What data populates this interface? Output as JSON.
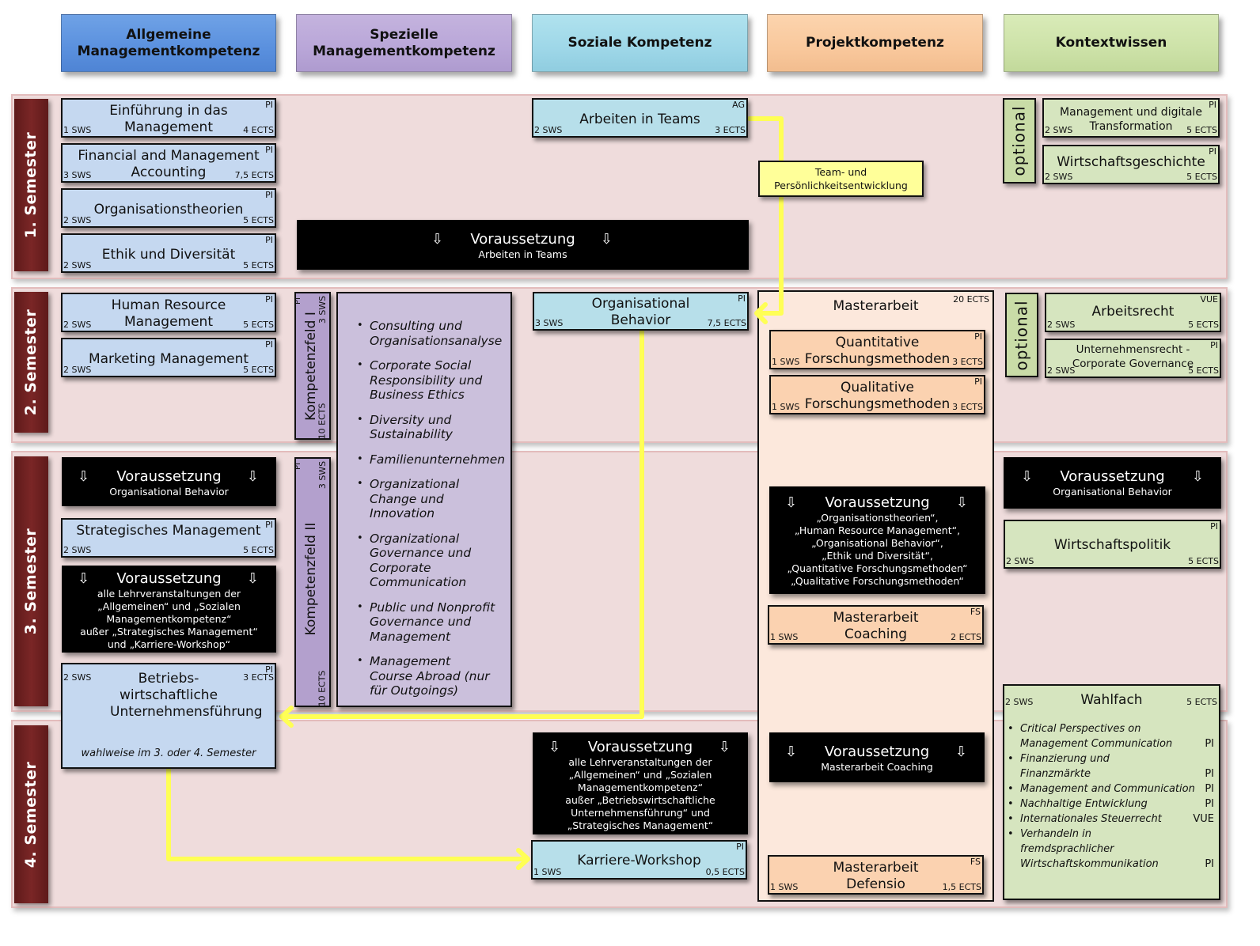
{
  "columns": [
    {
      "label": "Allgemeine Managementkompetenz",
      "color": "#5a90de"
    },
    {
      "label": "Spezielle Managementkompetenz",
      "color": "#b9a6d8"
    },
    {
      "label": "Soziale Kompetenz",
      "color": "#9ed7e8"
    },
    {
      "label": "Projektkompetenz",
      "color": "#f9c89c"
    },
    {
      "label": "Kontextwissen",
      "color": "#cde2a8"
    }
  ],
  "semesters": [
    "1. Semester",
    "2. Semester",
    "3. Semester",
    "4. Semester"
  ],
  "arrow_glyph": "⇩",
  "optional_label": "optional",
  "courses": {
    "einfuehrung": {
      "title": "Einführung in das Management",
      "sws": "1 SWS",
      "ects": "4 ECTS",
      "type": "PI"
    },
    "accounting": {
      "title": "Financial and Management Accounting",
      "sws": "3 SWS",
      "ects": "7,5 ECTS",
      "type": "PI"
    },
    "orgtheorien": {
      "title": "Organisationstheorien",
      "sws": "2 SWS",
      "ects": "5 ECTS",
      "type": "PI"
    },
    "ethik": {
      "title": "Ethik und Diversität",
      "sws": "2 SWS",
      "ects": "5 ECTS",
      "type": "PI"
    },
    "teams": {
      "title": "Arbeiten in Teams",
      "sws": "2 SWS",
      "ects": "3 ECTS",
      "type": "AG"
    },
    "digital": {
      "title": "Management und digitale Transformation",
      "sws": "2 SWS",
      "ects": "5 ECTS",
      "type": "PI"
    },
    "wgeschichte": {
      "title": "Wirtschaftsgeschichte",
      "sws": "2 SWS",
      "ects": "5 ECTS",
      "type": "PI"
    },
    "hrm": {
      "title": "Human Resource Management",
      "sws": "2 SWS",
      "ects": "5 ECTS",
      "type": "PI"
    },
    "marketing": {
      "title": "Marketing Management",
      "sws": "2 SWS",
      "ects": "5 ECTS",
      "type": "PI"
    },
    "orgbehavior": {
      "title": "Organisational Behavior",
      "sws": "3 SWS",
      "ects": "7,5 ECTS",
      "type": "PI"
    },
    "quant": {
      "title": "Quantitative Forschungsmethoden",
      "sws": "1 SWS",
      "ects": "3 ECTS",
      "type": "PI"
    },
    "qual": {
      "title": "Qualitative Forschungsmethoden",
      "sws": "1 SWS",
      "ects": "3 ECTS",
      "type": "PI"
    },
    "arbeitsrecht": {
      "title": "Arbeitsrecht",
      "sws": "2 SWS",
      "ects": "5 ECTS",
      "type": "VUE"
    },
    "unternehmensrecht": {
      "title": "Unternehmensrecht - Corporate Governance",
      "sws": "2 SWS",
      "ects": "5 ECTS",
      "type": "PI"
    },
    "strategisch": {
      "title": "Strategisches Management",
      "sws": "2 SWS",
      "ects": "5 ECTS",
      "type": "PI"
    },
    "bwl": {
      "title": "Betriebs- wirtschaftliche Unternehmensführung",
      "sws": "2 SWS",
      "ects": "3 ECTS",
      "type": "PI",
      "note": "wahlweise im 3. oder 4. Semester"
    },
    "wpolitik": {
      "title": "Wirtschaftspolitik",
      "sws": "2 SWS",
      "ects": "5 ECTS",
      "type": "PI"
    },
    "coaching": {
      "title": "Masterarbeit Coaching",
      "sws": "1 SWS",
      "ects": "2 ECTS",
      "type": "FS"
    },
    "karriere": {
      "title": "Karriere-Workshop",
      "sws": "1 SWS",
      "ects": "0,5 ECTS",
      "type": "PI"
    },
    "defensio": {
      "title": "Masterarbeit Defensio",
      "sws": "1 SWS",
      "ects": "1,5 ECTS",
      "type": "FS"
    }
  },
  "masterarbeit": {
    "title": "Masterarbeit",
    "ects": "20 ECTS"
  },
  "team_note": "Team- und Persönlichkeitsentwicklung",
  "kompetenzfeld1": {
    "title": "Kompetenzfeld I",
    "type": "PI",
    "sws": "3 SWS",
    "ects": "10 ECTS"
  },
  "kompetenzfeld2": {
    "title": "Kompetenzfeld II",
    "type": "PI",
    "sws": "3 SWS",
    "ects": "10 ECTS"
  },
  "kompetenzfeld_items": [
    "Consulting und Organisationsanalyse",
    "Corporate Social Responsibility und Business Ethics",
    "Diversity und Sustainability",
    "Familienunternehmen",
    "Organizational Change und Innovation",
    "Organizational Governance und Corporate Communication",
    "Public und Nonprofit Governance und Management",
    "Management Course Abroad (nur für Outgoings)"
  ],
  "prerequisites": {
    "p1": {
      "heading": "Voraussetzung",
      "lines": [
        "Arbeiten in Teams"
      ]
    },
    "p2": {
      "heading": "Voraussetzung",
      "lines": [
        "Organisational Behavior"
      ]
    },
    "p3": {
      "heading": "Voraussetzung",
      "lines": [
        "alle Lehrveranstaltungen der",
        "„Allgemeinen“ und „Sozialen",
        "Managementkompetenz“",
        "außer „Strategisches Management“",
        "und „Karriere-Workshop“"
      ]
    },
    "p4": {
      "heading": "Voraussetzung",
      "lines": [
        "„Organisationstheorien“,",
        "„Human Resource Management“,",
        "„Organisational Behavior“,",
        "„Ethik und Diversität“,",
        "„Quantitative Forschungsmethoden“",
        "„Qualitative Forschungsmethoden“"
      ]
    },
    "p5": {
      "heading": "Voraussetzung",
      "lines": [
        "Organisational Behavior"
      ]
    },
    "p6": {
      "heading": "Voraussetzung",
      "lines": [
        "alle Lehrveranstaltungen der",
        "„Allgemeinen“ und „Sozialen",
        "Managementkompetenz“",
        "außer „Betriebswirtschaftliche",
        "Unternehmensführung“ und",
        "„Strategisches Management“"
      ]
    },
    "p7": {
      "heading": "Voraussetzung",
      "lines": [
        "Masterarbeit Coaching"
      ]
    }
  },
  "wahlfach": {
    "title": "Wahlfach",
    "sws": "2 SWS",
    "ects": "5 ECTS",
    "items": [
      {
        "name": "Critical Perspectives on Management Communication",
        "type": "PI"
      },
      {
        "name": "Finanzierung und Finanzmärkte",
        "type": "PI"
      },
      {
        "name": "Management and Communication",
        "type": "PI"
      },
      {
        "name": "Nachhaltige Entwicklung",
        "type": "PI"
      },
      {
        "name": "Internationales Steuerrecht",
        "type": "VUE"
      },
      {
        "name": "Verhandeln in fremdsprachlicher Wirtschaftskommunikation",
        "type": "PI"
      }
    ]
  }
}
